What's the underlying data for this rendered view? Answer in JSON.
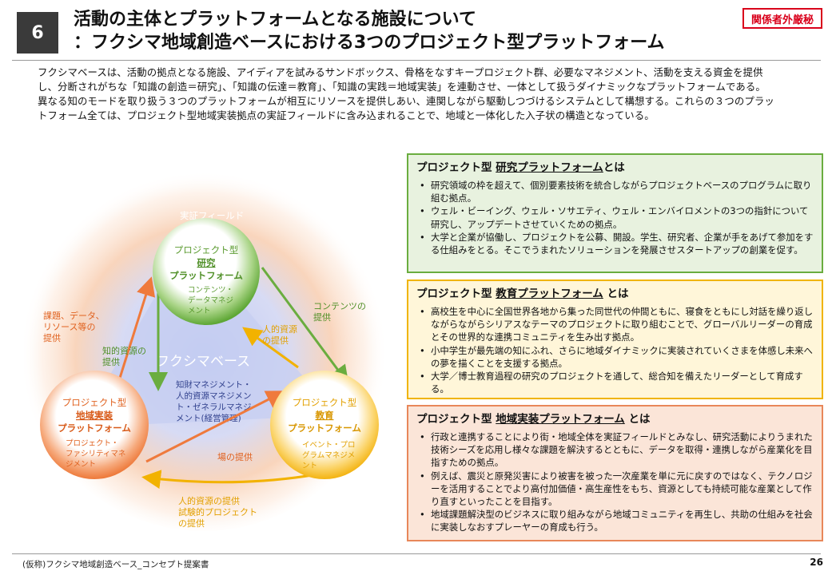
{
  "header": {
    "slide_number": "6",
    "title_line1": "活動の主体とプラットフォームとなる施設について",
    "title_line2": "：フクシマ地域創造ベースにおける3つのプロジェクト型プラットフォーム",
    "confidential_badge": "関係者外厳秘"
  },
  "intro": "フクシマベースは、活動の拠点となる施設、アイディアを試みるサンドボックス、骨格をなすキープロジェクト群、必要なマネジメント、活動を支える資金を提供し、分断されがちな「知識の創造＝研究」、「知識の伝達＝教育」、「知識の実践＝地域実装」を連動させ、一体として扱うダイナミックなプラットフォームである。異なる知のモードを取り扱う３つのプラットフォームが相互にリソースを提供しあい、連関しながら駆動しつづけるシステムとして構想する。これらの３つのプラットフォーム全ては、プロジェクト型地域実装拠点の実証フィールドに含み込まれることで、地域と一体化した入子状の構造となっている。",
  "diagram": {
    "field_label": "実証フィールド",
    "base_label": "フクシマベース",
    "management_lines": [
      "知財マネジメント・",
      "人的資源マネジメン",
      "ト・ゼネラルマネジ",
      "メント(経営管理)"
    ],
    "research": {
      "lines": [
        "プロジェクト型",
        "研究",
        "プラットフォーム"
      ],
      "sub_lines": [
        "コンテンツ・",
        "データマネジ",
        "メント"
      ]
    },
    "education": {
      "lines": [
        "プロジェクト型",
        "教育",
        "プラットフォーム"
      ],
      "sub_lines": [
        "イベント・プロ",
        "グラムマネジメ",
        "ント"
      ]
    },
    "regional": {
      "lines": [
        "プロジェクト型",
        "地域実装",
        "プラットフォーム"
      ],
      "sub_lines": [
        "プロジェクト・",
        "ファシリティマネ",
        "ジメント"
      ]
    },
    "flows": {
      "issues_data": [
        "課題、データ、",
        "リソース等の",
        "提供"
      ],
      "intellectual": [
        "知的資源の",
        "提供"
      ],
      "contents": [
        "コンテンツの",
        "提供"
      ],
      "human_to_research": [
        "人的資源",
        "の提供"
      ],
      "place": [
        "場の提供"
      ],
      "human_trial": [
        "人的資源の提供",
        "試験的プロジェクト",
        "の提供"
      ]
    }
  },
  "boxes": {
    "research": {
      "title_prefix": "プロジェクト型 ",
      "title_underlined": "研究プラットフォーム",
      "title_suffix": "とは",
      "items": [
        "研究領域の枠を超えて、個別要素技術を統合しながらプロジェクトベースのプログラムに取り組む拠点。",
        "ウェル・ビーイング、ウェル・ソサエティ、ウェル・エンバイロメントの3つの指針について研究し、アップデートさせていくための拠点。",
        "大学と企業が協働し、プロジェクトを公募、開設。学生、研究者、企業が手をあげて参加をする仕組みをとる。そこでうまれたソリューションを発展させスタートアップの創業を促す。"
      ]
    },
    "education": {
      "title_prefix": "プロジェクト型 ",
      "title_underlined": "教育プラットフォーム",
      "title_suffix": " とは",
      "items": [
        "高校生を中心に全国世界各地から集った同世代の仲間ともに、寝食をともにし対話を繰り返しながらながらシリアスなテーマのプロジェクトに取り組むことで、グローバルリーダーの育成とその世界的な連携コミュニティを生み出す拠点。",
        "小中学生が最先端の知にふれ、さらに地域ダイナミックに実装されていくさまを体感し未来への夢を描くことを支援する拠点。",
        "大学／博士教育過程の研究のプロジェクトを通して、総合知を備えたリーダーとして育成する。"
      ]
    },
    "regional": {
      "title_prefix": "プロジェクト型 ",
      "title_underlined": "地域実装プラットフォーム",
      "title_suffix": " とは",
      "items": [
        "行政と連携することにより街・地域全体を実証フィールドとみなし、研究活動によりうまれた技術シーズを応用し様々な課題を解決するとともに、データを取得・連携しながら産業化を目指すための拠点。",
        "例えば、震災と原発災害により被害を被った一次産業を単に元に戻すのではなく、テクノロジーを活用することでより高付加価値・高生産性をもち、資源としても持続可能な産業として作り直すといったことを目指す。",
        "地域課題解決型のビジネスに取り組みながら地域コミュニティを再生し、共助の仕組みを社会に実装しなおすプレーヤーの育成も行う。"
      ]
    }
  },
  "footer": {
    "left": "(仮称)フクシマ地域創造ベース_コンセプト提案書",
    "page": "26"
  },
  "colors": {
    "research": "#6aad3f",
    "education": "#f2b200",
    "regional": "#ef7a3c",
    "base": "#c8cdf0",
    "accent_red": "#d9001b"
  }
}
